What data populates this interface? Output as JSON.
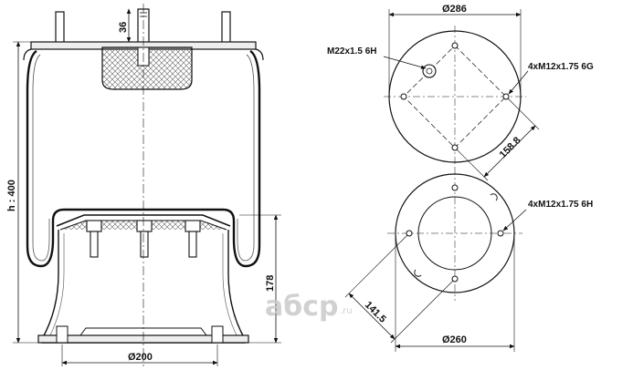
{
  "dimensions": {
    "stud_height": "36",
    "overall_height": "h : 400",
    "base_height": "178",
    "base_diameter": "Ø200",
    "top_diameter": "Ø286",
    "top_bolt_spacing": "158.8",
    "bottom_bolt_spacing": "141.5",
    "bottom_diameter": "Ø260"
  },
  "labels": {
    "air_fitting": "M22x1.5 6H",
    "top_bolts": "4xM12x1.75 6G",
    "bottom_bolts": "4xM12x1.75 6H"
  },
  "watermark": {
    "brand": "aбcp",
    "suffix": ".ru"
  }
}
